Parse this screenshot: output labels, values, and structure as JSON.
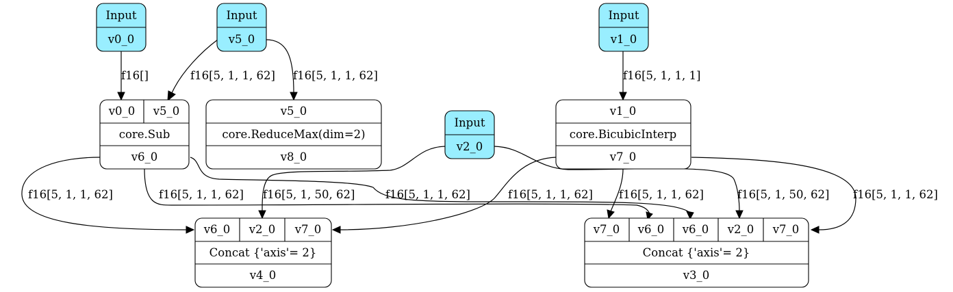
{
  "inputs": {
    "v0_0": {
      "title": "Input",
      "name": "v0_0"
    },
    "v5_0": {
      "title": "Input",
      "name": "v5_0"
    },
    "v1_0": {
      "title": "Input",
      "name": "v1_0"
    },
    "v2_0": {
      "title": "Input",
      "name": "v2_0"
    }
  },
  "ops": {
    "sub": {
      "in1": "v0_0",
      "in2": "v5_0",
      "op": "core.Sub",
      "out": "v6_0"
    },
    "reducemax": {
      "in1": "v5_0",
      "op": "core.ReduceMax(dim=2)",
      "out": "v8_0"
    },
    "bicubic": {
      "in1": "v1_0",
      "op": "core.BicubicInterp",
      "out": "v7_0"
    },
    "concat4": {
      "in1": "v6_0",
      "in2": "v2_0",
      "in3": "v7_0",
      "op": "Concat {'axis'= 2}",
      "out": "v4_0"
    },
    "concat3": {
      "in1": "v7_0",
      "in2": "v6_0",
      "in3": "v6_0",
      "in4": "v2_0",
      "in5": "v7_0",
      "op": "Concat {'axis'= 2}",
      "out": "v3_0"
    }
  },
  "edges": {
    "v0_to_sub": "f16[]",
    "v5_to_sub": "f16[5, 1, 1, 62]",
    "v5_to_reducemax": "f16[5, 1, 1, 62]",
    "v1_to_bicubic": "f16[5, 1, 1, 1]",
    "v6_to_concat4": "f16[5, 1, 1, 62]",
    "v6_to_concat3_a": "f16[5, 1, 1, 62]",
    "v2_to_concat4": "f16[5, 1, 50, 62]",
    "v6_to_concat3_b": "f16[5, 1, 1, 62]",
    "v7_to_concat4": "f16[5, 1, 1, 62]",
    "v7_to_concat3_a": "f16[5, 1, 1, 62]",
    "v2_to_concat3": "f16[5, 1, 50, 62]",
    "v7_to_concat3_b": "f16[5, 1, 1, 62]"
  }
}
